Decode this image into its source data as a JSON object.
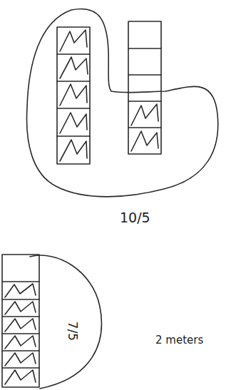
{
  "diagram": {
    "labels": [
      "10/5",
      "7/5",
      "2 meters"
    ]
  }
}
